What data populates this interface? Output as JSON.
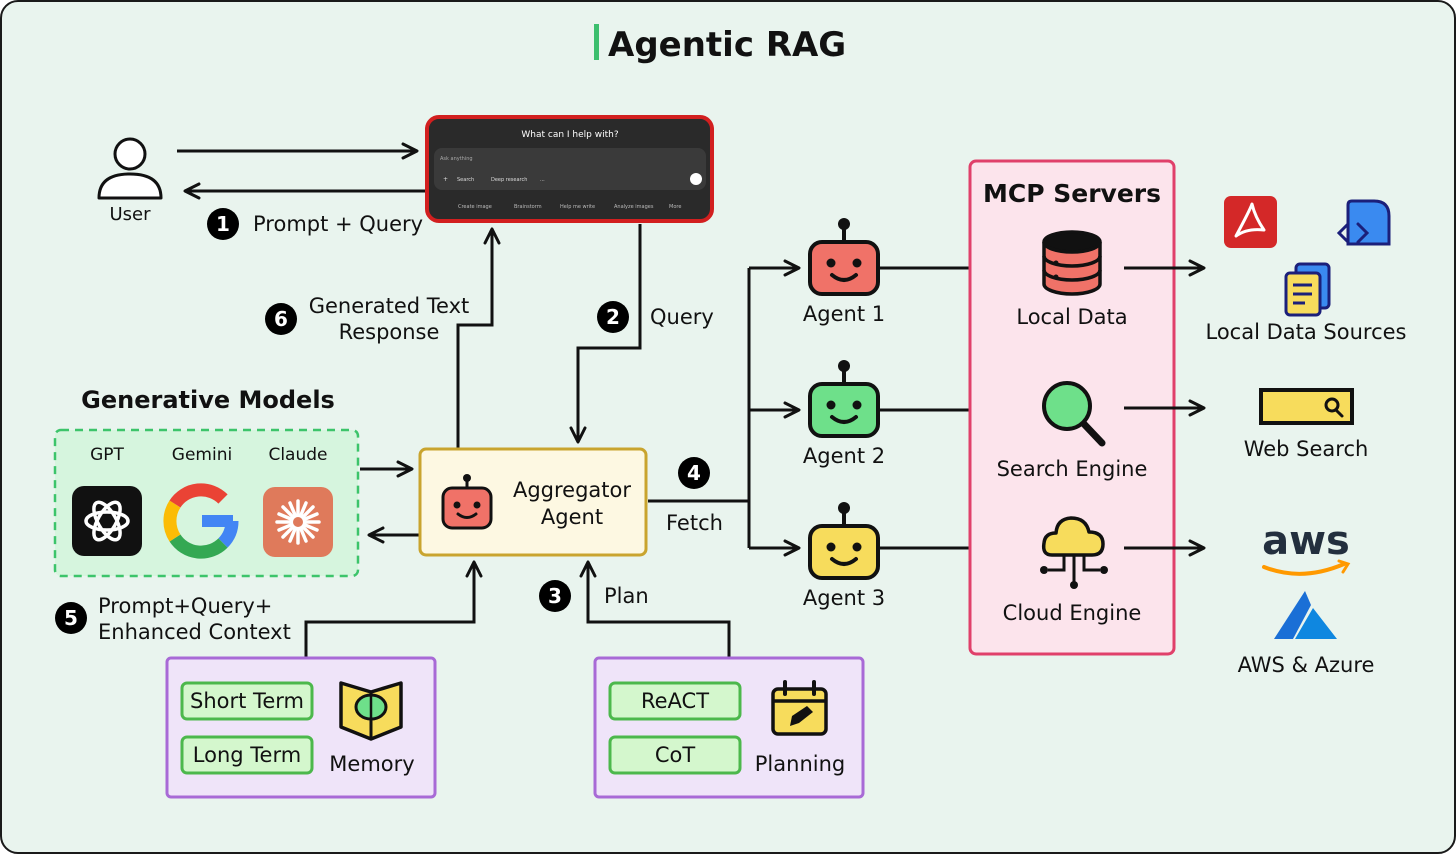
{
  "title": "Agentic RAG",
  "user": {
    "label": "User"
  },
  "chat_ui": {
    "heading": "What can I help with?",
    "input_placeholder": "Ask anything",
    "tools": [
      "+",
      "Search",
      "Deep research",
      "..."
    ],
    "chips": [
      "Create image",
      "Brainstorm",
      "Help me write",
      "Analyze images",
      "More"
    ]
  },
  "steps": [
    {
      "num": "1",
      "text": "Prompt + Query"
    },
    {
      "num": "2",
      "text": "Query"
    },
    {
      "num": "3",
      "text": "Plan"
    },
    {
      "num": "4",
      "text": "Fetch"
    },
    {
      "num": "5",
      "line1": "Prompt+Query+",
      "line2": "Enhanced Context"
    },
    {
      "num": "6",
      "line1": "Generated Text",
      "line2": "Response"
    }
  ],
  "generative_models": {
    "heading": "Generative Models",
    "models": [
      "GPT",
      "Gemini",
      "Claude"
    ]
  },
  "aggregator": {
    "line1": "Aggregator",
    "line2": "Agent"
  },
  "agents": [
    "Agent 1",
    "Agent 2",
    "Agent 3"
  ],
  "mcp": {
    "heading": "MCP Servers",
    "servers": [
      "Local Data",
      "Search Engine",
      "Cloud Engine"
    ]
  },
  "sources": {
    "local": "Local Data Sources",
    "web": "Web Search",
    "cloud": "AWS & Azure",
    "aws_logo": "aws"
  },
  "memory": {
    "items": [
      "Short Term",
      "Long Term"
    ],
    "label": "Memory"
  },
  "planning": {
    "items": [
      "ReACT",
      "CoT"
    ],
    "label": "Planning"
  },
  "colors": {
    "background": "#e9f4ee",
    "agent1": "#f07268",
    "agent2": "#6ee08a",
    "agent3": "#f7dc5c",
    "mcp_bg": "#fce4ec",
    "mcp_border": "#e0406a",
    "models_bg": "#d6f5de",
    "models_border": "#3cc46a",
    "purple_border": "#a86ad6",
    "purple_bg": "#efe4f9",
    "pill_bg": "#d4f7cd",
    "pill_border": "#4cb84c",
    "aggregator_bg": "#fdf8e2",
    "aggregator_border": "#c9a42e"
  }
}
